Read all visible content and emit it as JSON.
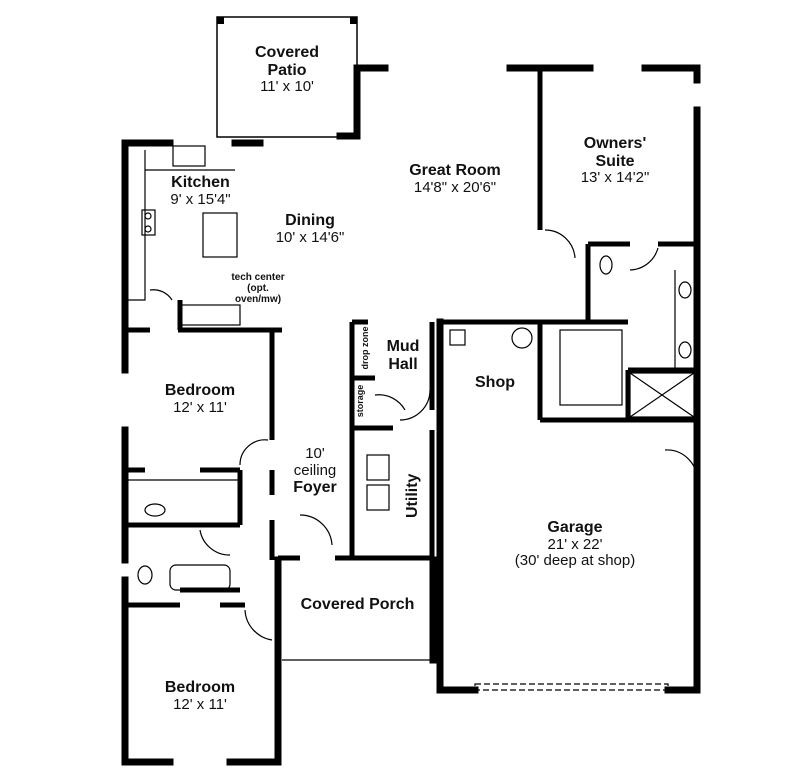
{
  "plan": {
    "rooms": [
      {
        "id": "covered-patio",
        "name_lines": [
          "Covered",
          "Patio"
        ],
        "dim": "11' x 10'"
      },
      {
        "id": "kitchen",
        "name": "Kitchen",
        "dim": "9' x 15'4\""
      },
      {
        "id": "dining",
        "name": "Dining",
        "dim": "10' x 14'6\""
      },
      {
        "id": "great-room",
        "name": "Great Room",
        "dim": "14'8\" x 20'6\""
      },
      {
        "id": "owners-suite",
        "name_lines": [
          "Owners'",
          "Suite"
        ],
        "dim": "13' x 14'2\""
      },
      {
        "id": "bedroom-1",
        "name": "Bedroom",
        "dim": "12' x 11'"
      },
      {
        "id": "bedroom-2",
        "name": "Bedroom",
        "dim": "12' x 11'"
      },
      {
        "id": "foyer",
        "lines": [
          "10'",
          "ceiling"
        ],
        "name": "Foyer"
      },
      {
        "id": "mud-hall",
        "name_lines": [
          "Mud",
          "Hall"
        ]
      },
      {
        "id": "utility",
        "name": "Utility"
      },
      {
        "id": "shop",
        "name": "Shop"
      },
      {
        "id": "covered-porch",
        "name": "Covered Porch"
      },
      {
        "id": "garage",
        "name": "Garage",
        "dim": "21' x 22'",
        "note": "(30' deep at shop)"
      }
    ],
    "annotations": {
      "tech_center": [
        "tech center",
        "(opt.",
        "oven/mw)"
      ],
      "drop_zone": "drop zone",
      "storage": "storage"
    }
  }
}
